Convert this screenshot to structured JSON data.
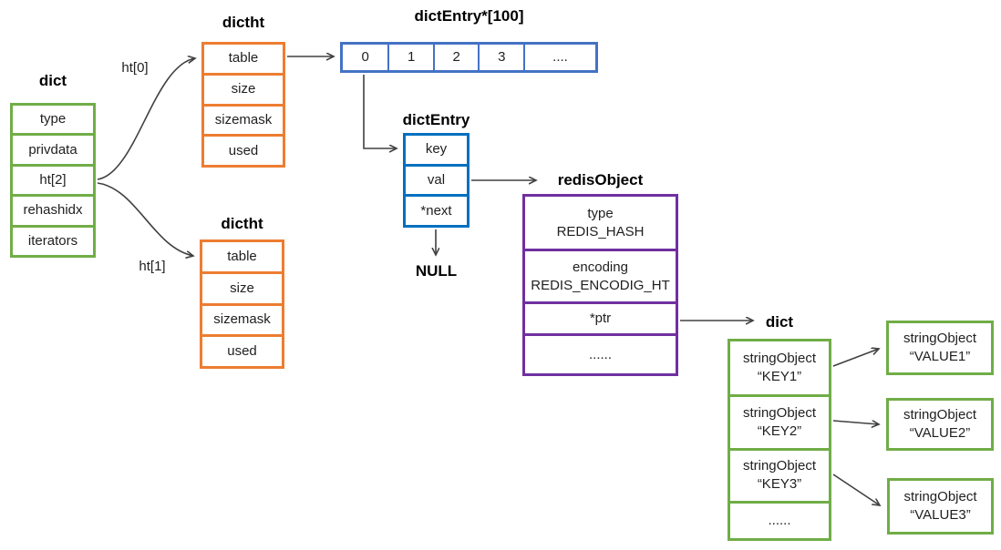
{
  "diagram": {
    "dict_box": {
      "title": "dict",
      "rows": [
        "type",
        "privdata",
        "ht[2]",
        "rehashidx",
        "iterators"
      ]
    },
    "ht_labels": {
      "ht0": "ht[0]",
      "ht1": "ht[1]"
    },
    "dictht_top": {
      "title": "dictht",
      "rows": [
        "table",
        "size",
        "sizemask",
        "used"
      ]
    },
    "dictht_bottom": {
      "title": "dictht",
      "rows": [
        "table",
        "size",
        "sizemask",
        "used"
      ]
    },
    "bucket_array": {
      "title": "dictEntry*[100]",
      "cells": [
        "0",
        "1",
        "2",
        "3",
        "...."
      ]
    },
    "dict_entry": {
      "title": "dictEntry",
      "rows": [
        "key",
        "val",
        "*next"
      ],
      "null_label": "NULL"
    },
    "redis_object": {
      "title": "redisObject",
      "rows": [
        {
          "line1": "type",
          "line2": "REDIS_HASH"
        },
        {
          "line1": "encoding",
          "line2": "REDIS_ENCODIG_HT"
        },
        {
          "line1": "*ptr"
        },
        {
          "line1": "......"
        }
      ]
    },
    "key_dict": {
      "title": "dict",
      "cells": [
        {
          "line1": "stringObject",
          "line2": "“KEY1”"
        },
        {
          "line1": "stringObject",
          "line2": "“KEY2”"
        },
        {
          "line1": "stringObject",
          "line2": "“KEY3”"
        },
        {
          "line1": "......"
        }
      ]
    },
    "value_boxes": [
      {
        "line1": "stringObject",
        "line2": "“VALUE1”"
      },
      {
        "line1": "stringObject",
        "line2": "“VALUE2”"
      },
      {
        "line1": "stringObject",
        "line2": "“VALUE3”"
      }
    ],
    "colors": {
      "green": "#70AD47",
      "orange": "#ED7D31",
      "array_blue": "#4472C4",
      "entry_blue": "#0070C0",
      "purple": "#7030A0",
      "arrow_gray": "#404040"
    }
  }
}
